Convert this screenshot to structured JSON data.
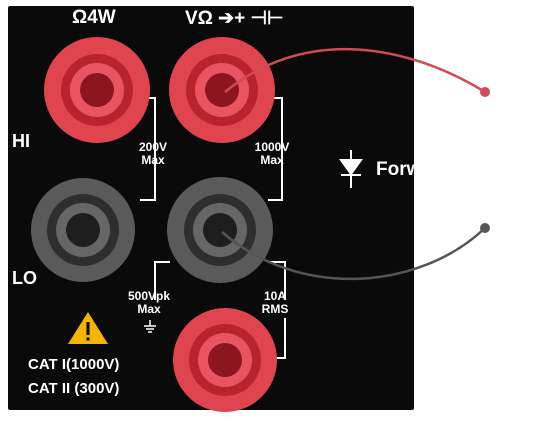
{
  "panel": {
    "top_left_label": "Ω4W",
    "top_right_label": "VΩ ➔+ ⊣⊢",
    "hi_label": "HI",
    "lo_label": "LO",
    "limit_200v": [
      "200V",
      "Max"
    ],
    "limit_1000v": [
      "1000V",
      "Max"
    ],
    "limit_500vpk": [
      "500Vpk",
      "Max"
    ],
    "limit_10a": [
      "10A",
      "RMS"
    ],
    "cat_line1": "CAT I(1000V)",
    "cat_line2": "CAT II (300V)"
  },
  "annotation": {
    "plus": "+",
    "minus": "-",
    "forward_bias": "Forward Bias"
  },
  "colors": {
    "red_terminal": "#e0444e",
    "gray_terminal": "#5a5a5a",
    "red_lead": "#d24a55",
    "gray_lead": "#555555",
    "warning": "#f5b400"
  }
}
